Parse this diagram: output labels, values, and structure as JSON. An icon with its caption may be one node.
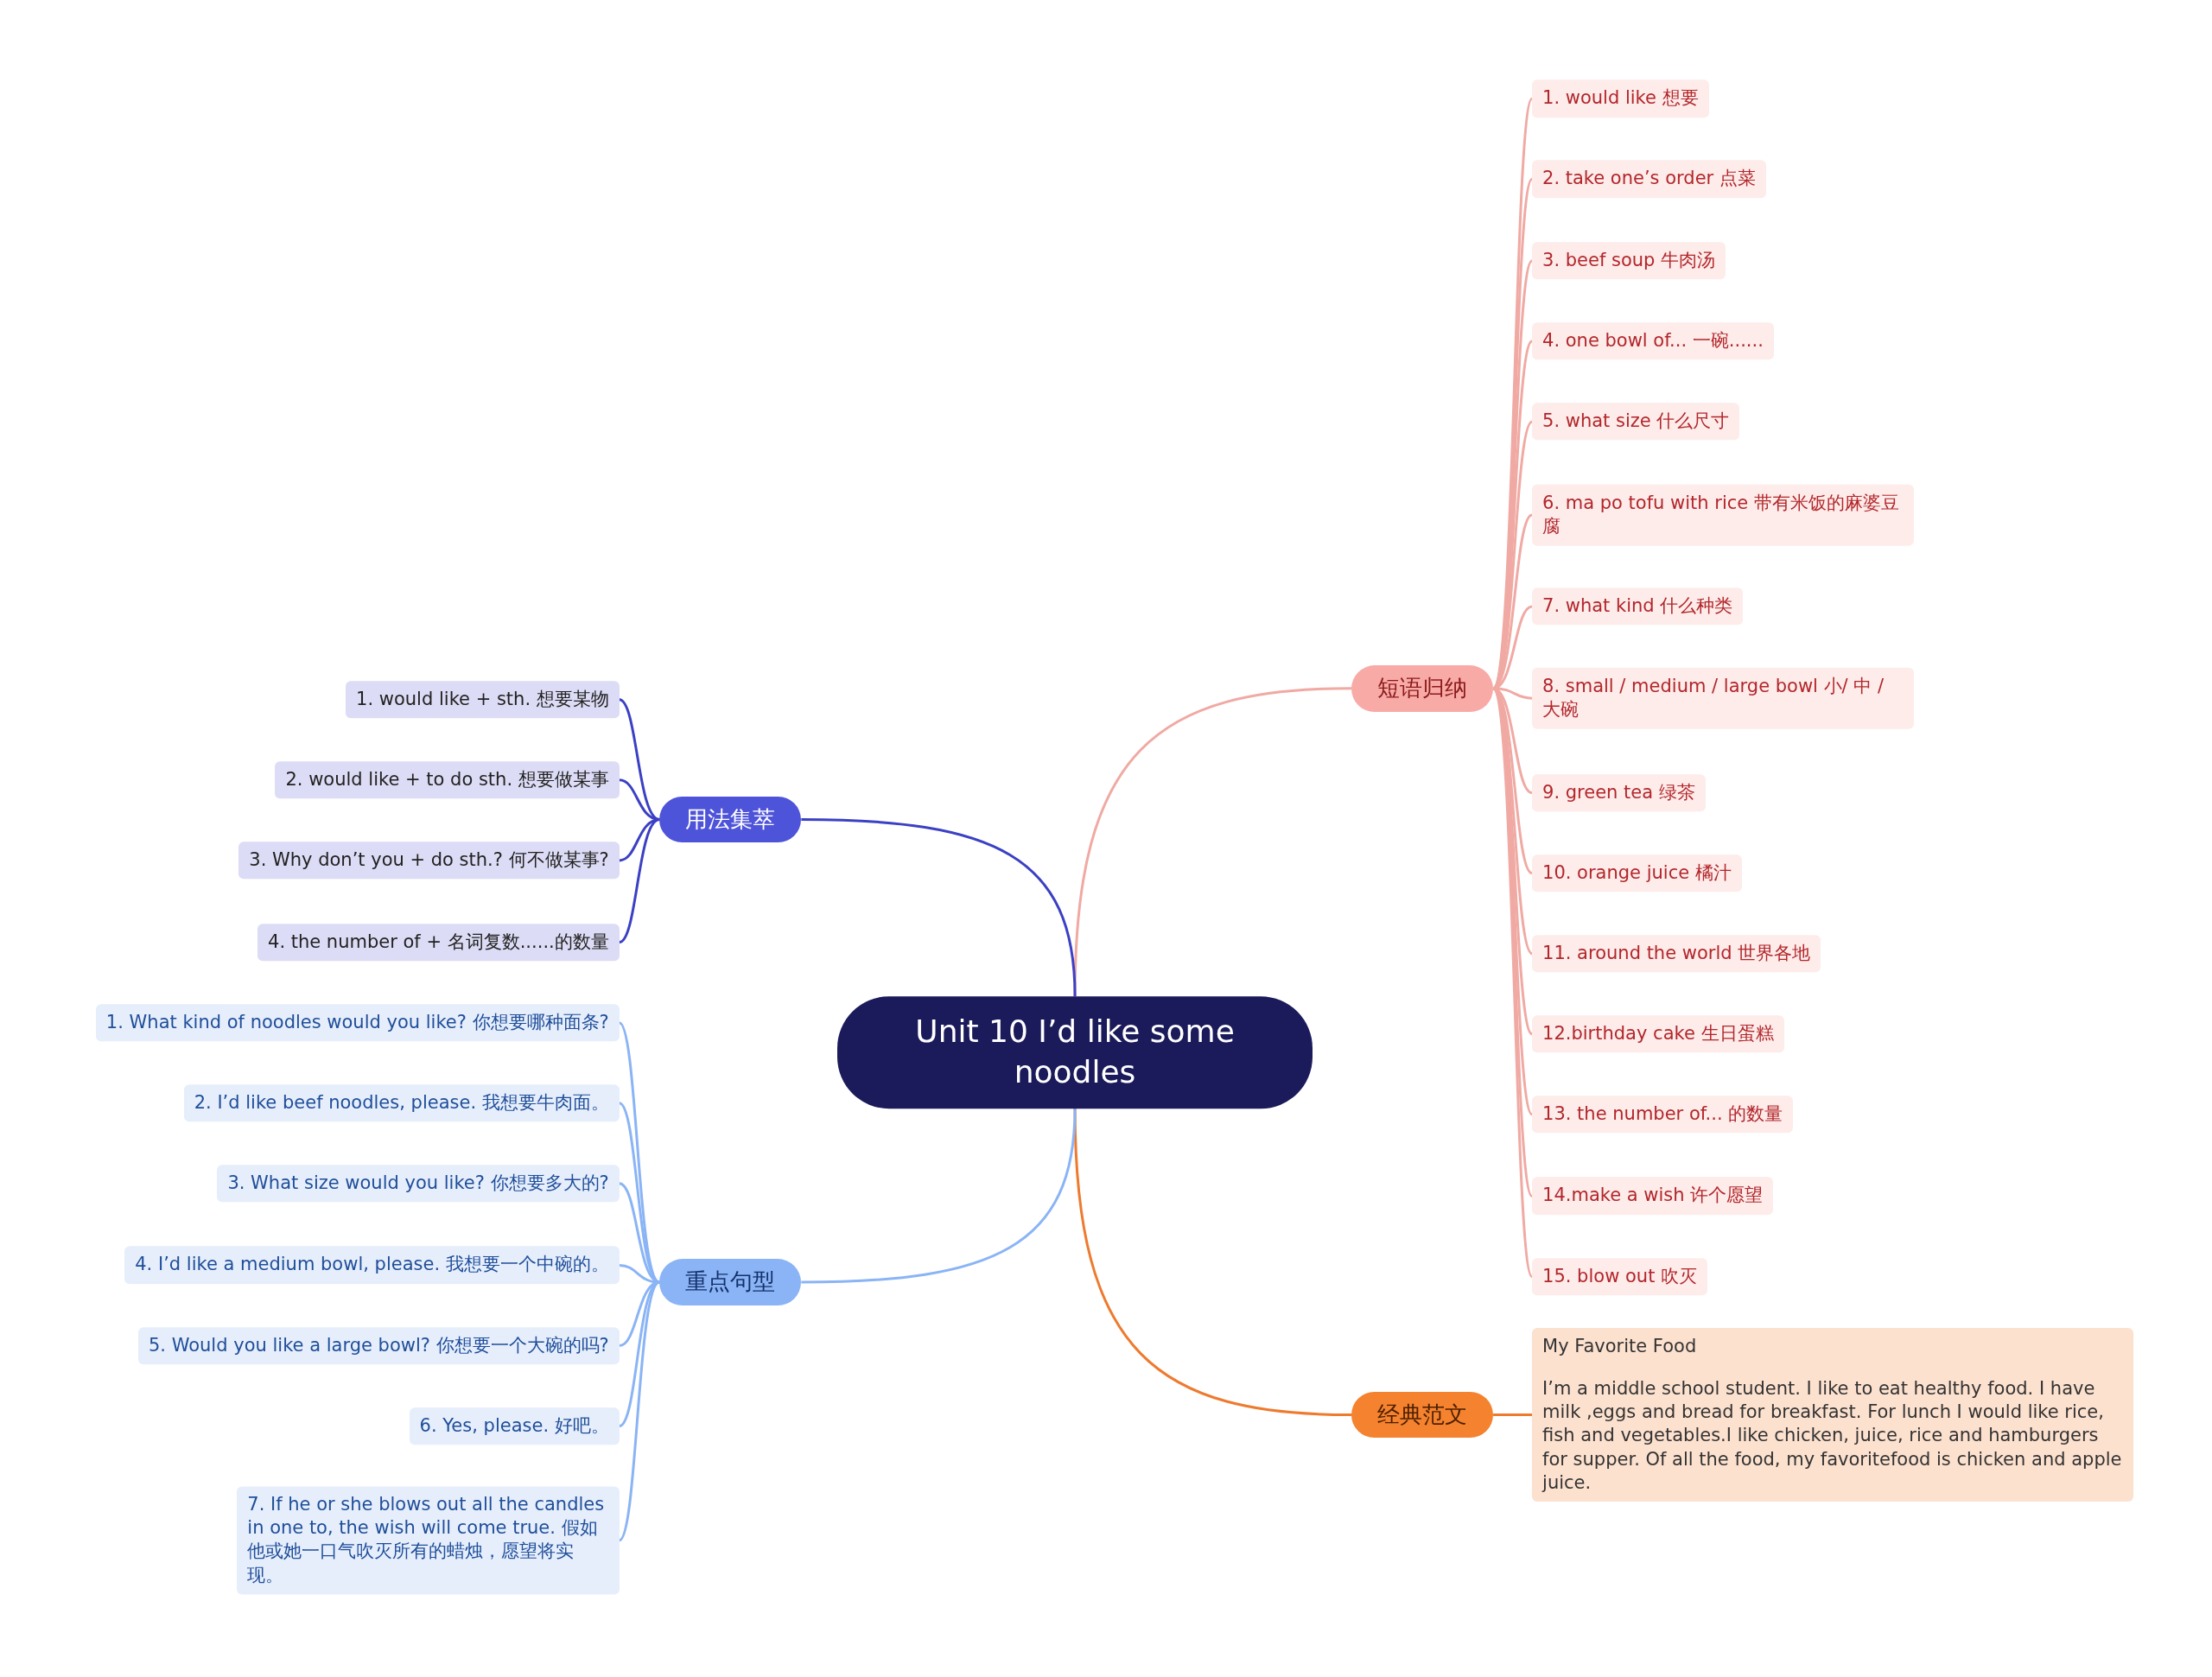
{
  "diagram": {
    "nodes": [
      {
        "text": [
          "Unit 10 I’d like some noodles"
        ]
      },
      {
        "text": [
          "短语归纳"
        ]
      },
      {
        "text": [
          "1. would like 想要"
        ]
      },
      {
        "text": [
          "2. take one’s order 点菜"
        ]
      },
      {
        "text": [
          "3. beef soup 牛肉汤"
        ]
      },
      {
        "text": [
          "4. one bowl of... 一碗......"
        ]
      },
      {
        "text": [
          "5. what size 什么尺寸"
        ]
      },
      {
        "text": [
          "6. ma po tofu with rice 带有米饭的麻婆豆腐"
        ]
      },
      {
        "text": [
          "7. what kind 什么种类"
        ]
      },
      {
        "text": [
          "8. small / medium / large bowl 小/ 中 / 大碗"
        ]
      },
      {
        "text": [
          "9. green tea 绿茶"
        ]
      },
      {
        "text": [
          "10. orange juice 橘汁"
        ]
      },
      {
        "text": [
          "11. around the world 世界各地"
        ]
      },
      {
        "text": [
          "12.birthday cake 生日蛋糕"
        ]
      },
      {
        "text": [
          "13. the number of... 的数量"
        ]
      },
      {
        "text": [
          "14.make a wish 许个愿望"
        ]
      },
      {
        "text": [
          "15. blow out 吹灭"
        ]
      },
      {
        "text": [
          "经典范文"
        ]
      },
      {
        "text": [
          "My Favorite Food",
          "I’m a middle school student. I like to eat healthy food. I have milk ,eggs and bread for breakfast. For lunch I would like rice, fish and vegetables.I like chicken, juice, rice and hamburgers for supper. Of all the food, my favoritefood is chicken and apple juice."
        ]
      },
      {
        "text": [
          "用法集萃"
        ]
      },
      {
        "text": [
          "1. would like + sth. 想要某物"
        ]
      },
      {
        "text": [
          "2. would like + to do sth. 想要做某事"
        ]
      },
      {
        "text": [
          "3. Why don’t you + do sth.? 何不做某事?"
        ]
      },
      {
        "text": [
          "4. the number of + 名词复数......的数量"
        ]
      },
      {
        "text": [
          "重点句型"
        ]
      },
      {
        "text": [
          "1. What kind of noodles would you like? 你想要哪种面条?"
        ]
      },
      {
        "text": [
          "2. I’d like beef noodles, please. 我想要牛肉面。"
        ]
      },
      {
        "text": [
          "3. What size would you like? 你想要多大的?"
        ]
      },
      {
        "text": [
          "4. I’d like a medium bowl, please. 我想要一个中碗的。"
        ]
      },
      {
        "text": [
          "5. Would you like a large bowl? 你想要一个大碗的吗?"
        ]
      },
      {
        "text": [
          "6. Yes, please. 好吧。"
        ]
      },
      {
        "text": [
          "7. If he or she blows out all the candles in one to, the wish will come true. 假如他或她一口气吹灭所有的蜡烛，愿望将实现。"
        ]
      }
    ],
    "edges": [
      {
        "from": 0,
        "to": 1,
        "arrow": "none",
        "color": "#f0a9a3"
      },
      {
        "from": 1,
        "to": 2,
        "arrow": "none",
        "color": "#f0a9a3"
      },
      {
        "from": 1,
        "to": 3,
        "arrow": "none",
        "color": "#f0a9a3"
      },
      {
        "from": 1,
        "to": 4,
        "arrow": "none",
        "color": "#f0a9a3"
      },
      {
        "from": 1,
        "to": 5,
        "arrow": "none",
        "color": "#f0a9a3"
      },
      {
        "from": 1,
        "to": 6,
        "arrow": "none",
        "color": "#f0a9a3"
      },
      {
        "from": 1,
        "to": 7,
        "arrow": "none",
        "color": "#f0a9a3"
      },
      {
        "from": 1,
        "to": 8,
        "arrow": "none",
        "color": "#f0a9a3"
      },
      {
        "from": 1,
        "to": 9,
        "arrow": "none",
        "color": "#f0a9a3"
      },
      {
        "from": 1,
        "to": 10,
        "arrow": "none",
        "color": "#f0a9a3"
      },
      {
        "from": 1,
        "to": 11,
        "arrow": "none",
        "color": "#f0a9a3"
      },
      {
        "from": 1,
        "to": 12,
        "arrow": "none",
        "color": "#f0a9a3"
      },
      {
        "from": 1,
        "to": 13,
        "arrow": "none",
        "color": "#f0a9a3"
      },
      {
        "from": 1,
        "to": 14,
        "arrow": "none",
        "color": "#f0a9a3"
      },
      {
        "from": 1,
        "to": 15,
        "arrow": "none",
        "color": "#f0a9a3"
      },
      {
        "from": 1,
        "to": 16,
        "arrow": "none",
        "color": "#f0a9a3"
      },
      {
        "from": 0,
        "to": 17,
        "arrow": "none",
        "color": "#ee7a2e"
      },
      {
        "from": 17,
        "to": 18,
        "arrow": "none",
        "color": "#ee7a2e"
      },
      {
        "from": 0,
        "to": 19,
        "arrow": "none",
        "color": "#3b40c4"
      },
      {
        "from": 19,
        "to": 20,
        "arrow": "none",
        "color": "#3b40c4"
      },
      {
        "from": 19,
        "to": 21,
        "arrow": "none",
        "color": "#3b40c4"
      },
      {
        "from": 19,
        "to": 22,
        "arrow": "none",
        "color": "#3b40c4"
      },
      {
        "from": 19,
        "to": 23,
        "arrow": "none",
        "color": "#3b40c4"
      },
      {
        "from": 0,
        "to": 24,
        "arrow": "none",
        "color": "#8ab4f5"
      },
      {
        "from": 24,
        "to": 25,
        "arrow": "none",
        "color": "#8ab4f5"
      },
      {
        "from": 24,
        "to": 26,
        "arrow": "none",
        "color": "#8ab4f5"
      },
      {
        "from": 24,
        "to": 27,
        "arrow": "none",
        "color": "#8ab4f5"
      },
      {
        "from": 24,
        "to": 28,
        "arrow": "none",
        "color": "#8ab4f5"
      },
      {
        "from": 24,
        "to": 29,
        "arrow": "none",
        "color": "#8ab4f5"
      },
      {
        "from": 24,
        "to": 30,
        "arrow": "none",
        "color": "#8ab4f5"
      },
      {
        "from": 24,
        "to": 31,
        "arrow": "none",
        "color": "#8ab4f5"
      }
    ]
  }
}
